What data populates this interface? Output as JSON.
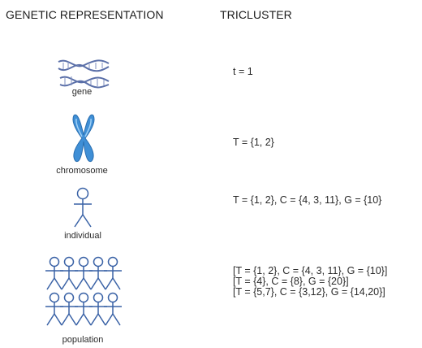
{
  "headers": {
    "left": "GENETIC REPRESENTATION",
    "right": "TRICLUSTER"
  },
  "rows": [
    {
      "icon": "dna-helix-icon",
      "caption": "gene",
      "lines": [
        "t = 1"
      ]
    },
    {
      "icon": "chromosome-icon",
      "caption": "chromosome",
      "lines": [
        "T = {1, 2}"
      ]
    },
    {
      "icon": "stick-figure-icon",
      "caption": "individual",
      "lines": [
        "T = {1, 2}, C = {4, 3, 11}, G = {10}"
      ]
    },
    {
      "icon": "stick-figure-group-icon",
      "caption": "population",
      "lines": [
        "[T = {1, 2}, C = {4, 3, 11}, G = {10}]",
        "[T = {4}, C = {8}, G = {20}]",
        "[T = {5,7}, C = {3,12}, G = {14,20}]"
      ]
    }
  ],
  "colors": {
    "dna": "#5a6fa8",
    "chromosome": "#3f8fd6",
    "figure": "#3a62a6"
  }
}
